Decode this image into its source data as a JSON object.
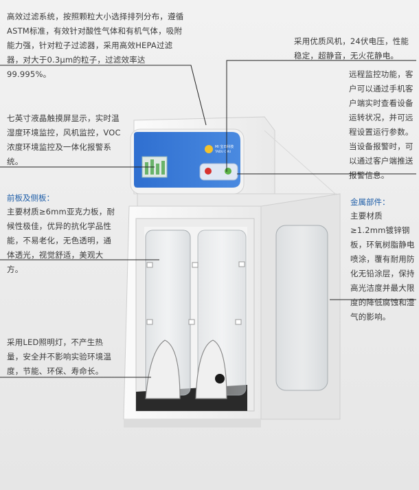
{
  "callouts": {
    "filter_system": "高效过滤系统，按照颗粒大小选择排列分布，遵循ASTM标准，有效针对酸性气体和有机气体，吸附能力强，针对粒子过滤器，采用高效HEPA过滤器，对大于0.3μm的粒子，过滤效率达99.995%。",
    "fan": "采用优质风机，24伏电压，性能稳定，超静音，无火花静电。",
    "remote": "远程监控功能，客户可以通过手机客户端实时查看设备运转状况，并可远程设置运行参数。当设备报警时，可以通过客户端推送报警信息。",
    "lcd": "七英寸液晶触摸屏显示，实时温湿度环境监控，风机监控，VOC浓度环境监控及一体化报警系统。",
    "front_panel_title": "前板及侧板：",
    "front_panel_body": "主要材质≥6mm亚克力板，耐候性极佳，优异的抗化学品性能，不易老化，无色透明，通体透光，视觉舒适，美观大方。",
    "metal_title": "金属部件：",
    "metal_body": "主要材质≥1.2mm镀锌钢板，环氧树脂静电喷涂，覆有耐用防化无铅涂层，保持高光洁度并最大限度的降低腐蚀和湿气的影响。",
    "led": "采用LED照明灯，不产生热量，安全并不影响实验环境温度，节能、环保、寿命长。"
  },
  "colors": {
    "accent_blue": "#1f5ea8",
    "panel_blue": "#2f6fd0",
    "cabinet_white": "#f7f7f7"
  }
}
